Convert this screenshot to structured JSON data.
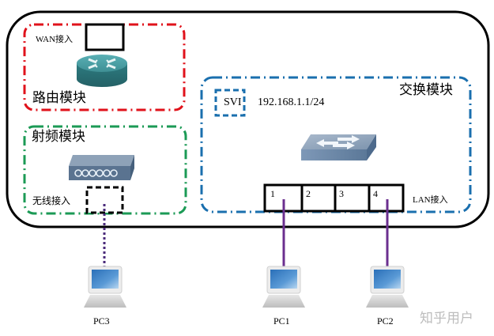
{
  "diagram": {
    "colors": {
      "outer_border": "#000000",
      "routing_module": "#e0121b",
      "radio_module": "#1b9a55",
      "switch_module": "#1a6fae",
      "cable": "#6b2f8f",
      "wireless_link": "#4a2a7a"
    },
    "routing_module": {
      "title": "路由模块",
      "wan_label": "WAN接入",
      "device_icon": "router-icon"
    },
    "radio_module": {
      "title": "射频模块",
      "wireless_label": "无线接入",
      "device_icon": "wireless-ap-icon"
    },
    "switch_module": {
      "title": "交换模块",
      "svi_label": "SVI",
      "svi_ip": "192.168.1.1/24",
      "lan_label": "LAN接入",
      "device_icon": "switch-icon",
      "ports": [
        "1",
        "2",
        "3",
        "4"
      ]
    },
    "hosts": [
      {
        "name": "PC3",
        "link": "wireless",
        "icon": "pc-icon"
      },
      {
        "name": "PC1",
        "link": "port 1",
        "icon": "pc-icon"
      },
      {
        "name": "PC2",
        "link": "port 4",
        "icon": "pc-icon"
      }
    ],
    "watermark": "知乎用户"
  }
}
